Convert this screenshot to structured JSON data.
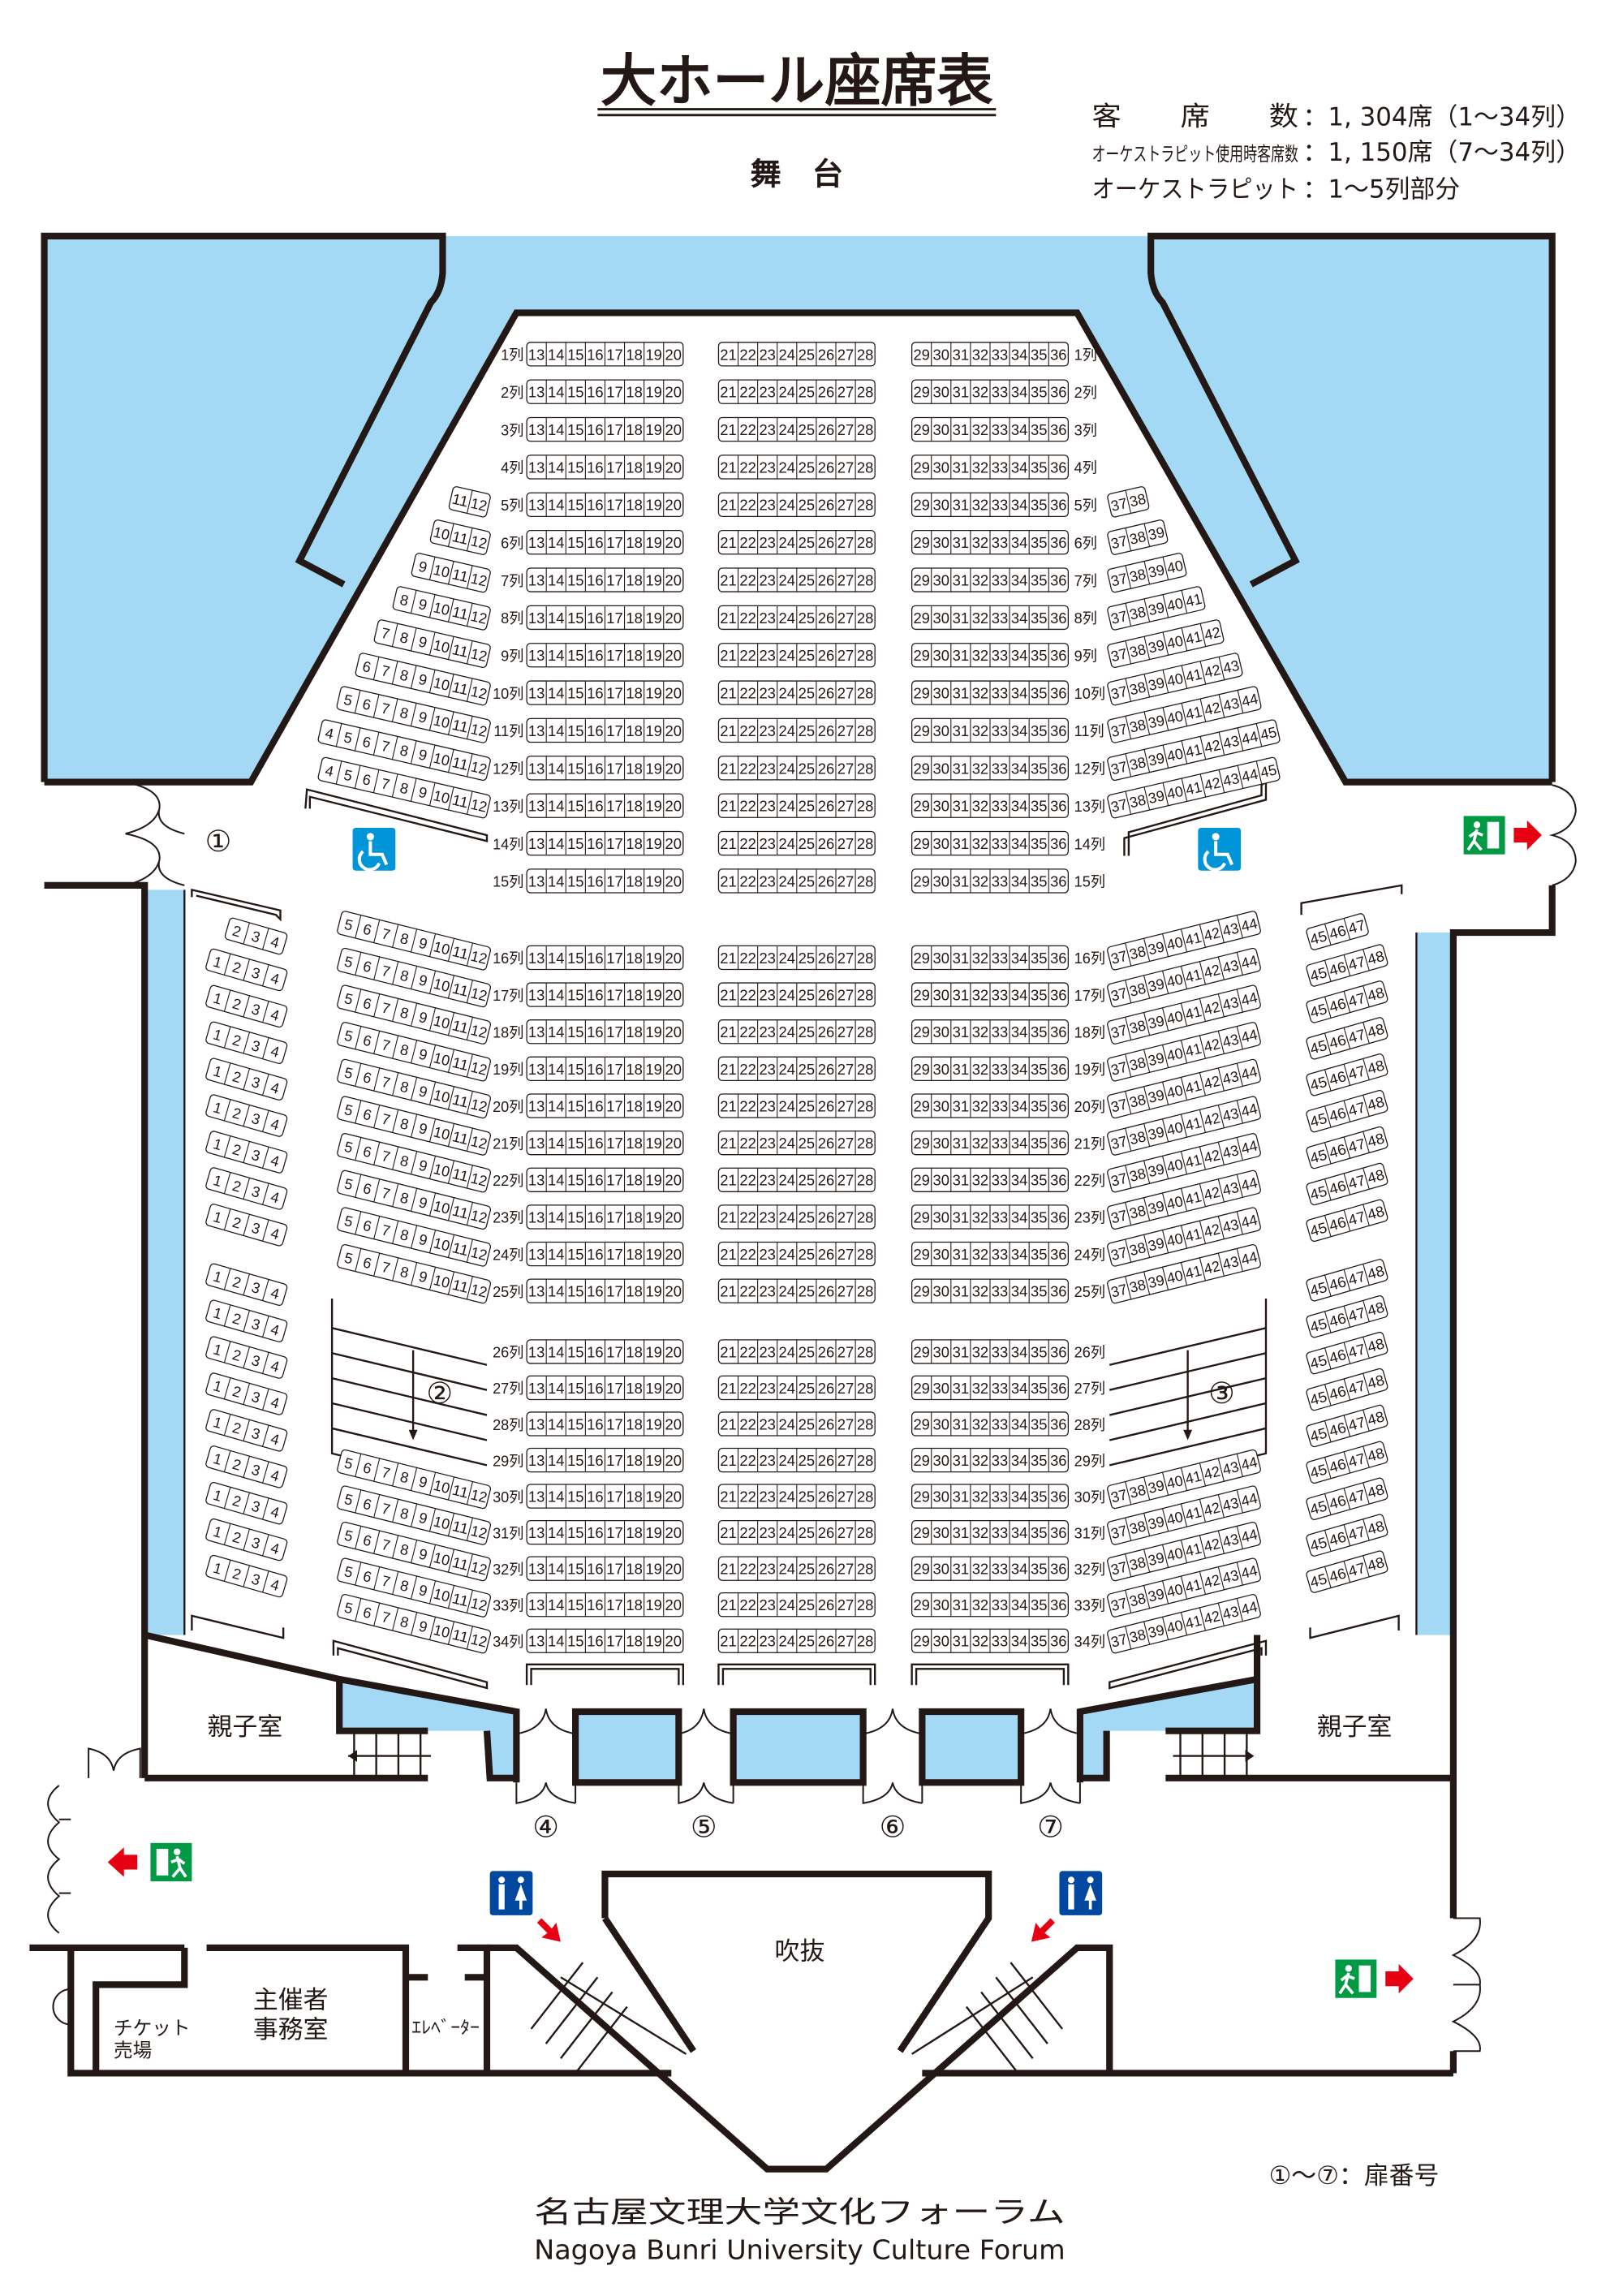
{
  "header": {
    "title": "大ホール座席表",
    "stage": "舞　台",
    "info": [
      {
        "label": "客　　席　　数",
        "value": "：1, 304席（1〜34列）"
      },
      {
        "label": "オーケストラピット使用時客席数",
        "value": "：1, 150席（7〜34列）"
      },
      {
        "label": "オーケストラピット",
        "value": "：1〜5列部分"
      }
    ]
  },
  "colors": {
    "wall": "#231815",
    "void": "#a3d9f5",
    "wheelchair": "#0095d9",
    "toilet": "#0047a0",
    "exit": "#009944",
    "arrow": "#e60012"
  },
  "rows": [
    {
      "label": "1列",
      "left": [
        13,
        20
      ],
      "center": [
        21,
        28
      ],
      "right": [
        29,
        36
      ]
    },
    {
      "label": "2列",
      "left": [
        13,
        20
      ],
      "center": [
        21,
        28
      ],
      "right": [
        29,
        36
      ]
    },
    {
      "label": "3列",
      "left": [
        13,
        20
      ],
      "center": [
        21,
        28
      ],
      "right": [
        29,
        36
      ]
    },
    {
      "label": "4列",
      "left": [
        13,
        20
      ],
      "center": [
        21,
        28
      ],
      "right": [
        29,
        36
      ]
    },
    {
      "label": "5列",
      "left": [
        13,
        20
      ],
      "center": [
        21,
        28
      ],
      "right": [
        29,
        36
      ],
      "side_left": [
        11,
        12
      ],
      "side_right": [
        37,
        38
      ]
    },
    {
      "label": "6列",
      "left": [
        13,
        20
      ],
      "center": [
        21,
        28
      ],
      "right": [
        29,
        36
      ],
      "side_left": [
        10,
        12
      ],
      "side_right": [
        37,
        39
      ]
    },
    {
      "label": "7列",
      "left": [
        13,
        20
      ],
      "center": [
        21,
        28
      ],
      "right": [
        29,
        36
      ],
      "side_left": [
        9,
        12
      ],
      "side_right": [
        37,
        40
      ]
    },
    {
      "label": "8列",
      "left": [
        13,
        20
      ],
      "center": [
        21,
        28
      ],
      "right": [
        29,
        36
      ],
      "side_left": [
        8,
        12
      ],
      "side_right": [
        37,
        41
      ]
    },
    {
      "label": "9列",
      "left": [
        13,
        20
      ],
      "center": [
        21,
        28
      ],
      "right": [
        29,
        36
      ],
      "side_left": [
        7,
        12
      ],
      "side_right": [
        37,
        42
      ]
    },
    {
      "label": "10列",
      "left": [
        13,
        20
      ],
      "center": [
        21,
        28
      ],
      "right": [
        29,
        36
      ],
      "side_left": [
        6,
        12
      ],
      "side_right": [
        37,
        43
      ]
    },
    {
      "label": "11列",
      "left": [
        13,
        20
      ],
      "center": [
        21,
        28
      ],
      "right": [
        29,
        36
      ],
      "side_left": [
        5,
        12
      ],
      "side_right": [
        37,
        44
      ]
    },
    {
      "label": "12列",
      "left": [
        13,
        20
      ],
      "center": [
        21,
        28
      ],
      "right": [
        29,
        36
      ],
      "side_left": [
        4,
        12
      ],
      "side_right": [
        37,
        45
      ]
    },
    {
      "label": "13列",
      "left": [
        13,
        20
      ],
      "center": [
        21,
        28
      ],
      "right": [
        29,
        36
      ],
      "side_left": [
        4,
        12
      ],
      "side_right": [
        37,
        45
      ]
    },
    {
      "label": "14列",
      "left": [
        13,
        20
      ],
      "center": [
        21,
        28
      ],
      "right": [
        29,
        36
      ]
    },
    {
      "label": "15列",
      "left": [
        13,
        20
      ],
      "center": [
        21,
        28
      ],
      "right": [
        29,
        36
      ]
    },
    {
      "label": "16列",
      "left": [
        13,
        20
      ],
      "center": [
        21,
        28
      ],
      "right": [
        29,
        36
      ],
      "side_left": [
        5,
        12
      ],
      "side_right": [
        37,
        44
      ]
    },
    {
      "label": "17列",
      "left": [
        13,
        20
      ],
      "center": [
        21,
        28
      ],
      "right": [
        29,
        36
      ],
      "side_left": [
        5,
        12
      ],
      "side_right": [
        37,
        44
      ]
    },
    {
      "label": "18列",
      "left": [
        13,
        20
      ],
      "center": [
        21,
        28
      ],
      "right": [
        29,
        36
      ],
      "side_left": [
        5,
        12
      ],
      "side_right": [
        37,
        44
      ]
    },
    {
      "label": "19列",
      "left": [
        13,
        20
      ],
      "center": [
        21,
        28
      ],
      "right": [
        29,
        36
      ],
      "side_left": [
        5,
        12
      ],
      "side_right": [
        37,
        44
      ]
    },
    {
      "label": "20列",
      "left": [
        13,
        20
      ],
      "center": [
        21,
        28
      ],
      "right": [
        29,
        36
      ],
      "side_left": [
        5,
        12
      ],
      "side_right": [
        37,
        44
      ]
    },
    {
      "label": "21列",
      "left": [
        13,
        20
      ],
      "center": [
        21,
        28
      ],
      "right": [
        29,
        36
      ],
      "side_left": [
        5,
        12
      ],
      "side_right": [
        37,
        44
      ]
    },
    {
      "label": "22列",
      "left": [
        13,
        20
      ],
      "center": [
        21,
        28
      ],
      "right": [
        29,
        36
      ],
      "side_left": [
        5,
        12
      ],
      "side_right": [
        37,
        44
      ]
    },
    {
      "label": "23列",
      "left": [
        13,
        20
      ],
      "center": [
        21,
        28
      ],
      "right": [
        29,
        36
      ],
      "side_left": [
        5,
        12
      ],
      "side_right": [
        37,
        44
      ]
    },
    {
      "label": "24列",
      "left": [
        13,
        20
      ],
      "center": [
        21,
        28
      ],
      "right": [
        29,
        36
      ],
      "side_left": [
        5,
        12
      ],
      "side_right": [
        37,
        44
      ]
    },
    {
      "label": "25列",
      "left": [
        13,
        20
      ],
      "center": [
        21,
        28
      ],
      "right": [
        29,
        36
      ],
      "side_left": [
        5,
        12
      ],
      "side_right": [
        37,
        44
      ]
    },
    {
      "label": "26列",
      "left": [
        13,
        20
      ],
      "center": [
        21,
        28
      ],
      "right": [
        29,
        36
      ]
    },
    {
      "label": "27列",
      "left": [
        13,
        20
      ],
      "center": [
        21,
        28
      ],
      "right": [
        29,
        36
      ]
    },
    {
      "label": "28列",
      "left": [
        13,
        20
      ],
      "center": [
        21,
        28
      ],
      "right": [
        29,
        36
      ]
    },
    {
      "label": "29列",
      "left": [
        13,
        20
      ],
      "center": [
        21,
        28
      ],
      "right": [
        29,
        36
      ]
    },
    {
      "label": "30列",
      "left": [
        13,
        20
      ],
      "center": [
        21,
        28
      ],
      "right": [
        29,
        36
      ],
      "side_left": [
        5,
        12
      ],
      "side_right": [
        37,
        44
      ]
    },
    {
      "label": "31列",
      "left": [
        13,
        20
      ],
      "center": [
        21,
        28
      ],
      "right": [
        29,
        36
      ],
      "side_left": [
        5,
        12
      ],
      "side_right": [
        37,
        44
      ]
    },
    {
      "label": "32列",
      "left": [
        13,
        20
      ],
      "center": [
        21,
        28
      ],
      "right": [
        29,
        36
      ],
      "side_left": [
        5,
        12
      ],
      "side_right": [
        37,
        44
      ]
    },
    {
      "label": "33列",
      "left": [
        13,
        20
      ],
      "center": [
        21,
        28
      ],
      "right": [
        29,
        36
      ],
      "side_left": [
        5,
        12
      ],
      "side_right": [
        37,
        44
      ]
    },
    {
      "label": "34列",
      "left": [
        13,
        20
      ],
      "center": [
        21,
        28
      ],
      "right": [
        29,
        36
      ],
      "side_left": [
        5,
        12
      ],
      "side_right": [
        37,
        44
      ]
    }
  ],
  "far_left_groups": [
    [
      [
        2,
        4
      ],
      [
        1,
        4
      ],
      [
        1,
        4
      ],
      [
        1,
        4
      ],
      [
        1,
        4
      ],
      [
        1,
        4
      ],
      [
        1,
        4
      ],
      [
        1,
        4
      ],
      [
        1,
        4
      ]
    ],
    [
      [
        1,
        4
      ],
      [
        1,
        4
      ],
      [
        1,
        4
      ],
      [
        1,
        4
      ],
      [
        1,
        4
      ],
      [
        1,
        4
      ],
      [
        1,
        4
      ],
      [
        1,
        4
      ],
      [
        1,
        4
      ]
    ]
  ],
  "far_right_groups": [
    [
      [
        45,
        47
      ],
      [
        45,
        48
      ],
      [
        45,
        48
      ],
      [
        45,
        48
      ],
      [
        45,
        48
      ],
      [
        45,
        48
      ],
      [
        45,
        48
      ],
      [
        45,
        48
      ],
      [
        45,
        48
      ]
    ],
    [
      [
        45,
        48
      ],
      [
        45,
        48
      ],
      [
        45,
        48
      ],
      [
        45,
        48
      ],
      [
        45,
        48
      ],
      [
        45,
        48
      ],
      [
        45,
        48
      ],
      [
        45,
        48
      ],
      [
        45,
        48
      ]
    ]
  ],
  "doors": [
    "①",
    "②",
    "③",
    "④",
    "⑤",
    "⑥",
    "⑦"
  ],
  "rooms": {
    "parent_child_left": "親子室",
    "parent_child_right": "親子室",
    "atrium": "吹抜",
    "office_line1": "主催者",
    "office_line2": "事務室",
    "ticket_line1": "チケット",
    "ticket_line2": "売場",
    "elevator": "ｴﾚﾍﾞｰﾀｰ"
  },
  "legend": "①〜⑦：扉番号",
  "footer": {
    "jp": "名古屋文理大学文化フォーラム",
    "en": "Nagoya Bunri University Culture Forum"
  }
}
